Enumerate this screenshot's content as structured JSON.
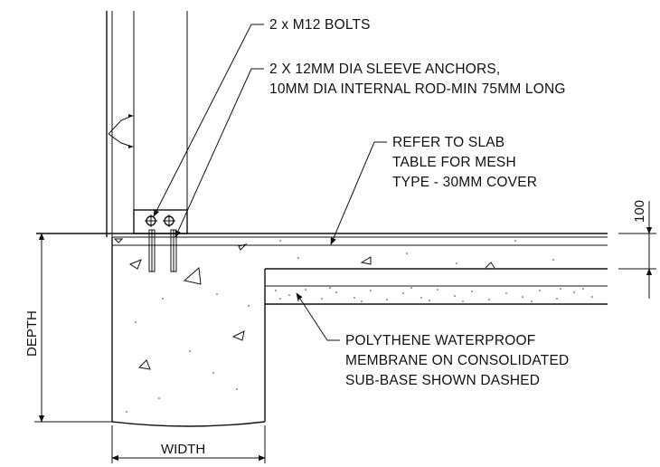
{
  "annotations": {
    "bolts": "2 x M12 BOLTS",
    "anchors_line1": "2 X 12MM DIA SLEEVE ANCHORS,",
    "anchors_line2": "10MM DIA INTERNAL ROD-MIN 75MM LONG",
    "slab_line1": "REFER TO SLAB",
    "slab_line2": "TABLE FOR MESH",
    "slab_line3": "TYPE - 30MM COVER",
    "membrane_line1": "POLYTHENE WATERPROOF",
    "membrane_line2": "MEMBRANE ON CONSOLIDATED",
    "membrane_line3": "SUB-BASE SHOWN DASHED"
  },
  "dimensions": {
    "slab_thickness": "100",
    "footing_depth": "DEPTH",
    "footing_width": "WIDTH"
  },
  "colors": {
    "line": "#111111",
    "background": "#ffffff"
  }
}
